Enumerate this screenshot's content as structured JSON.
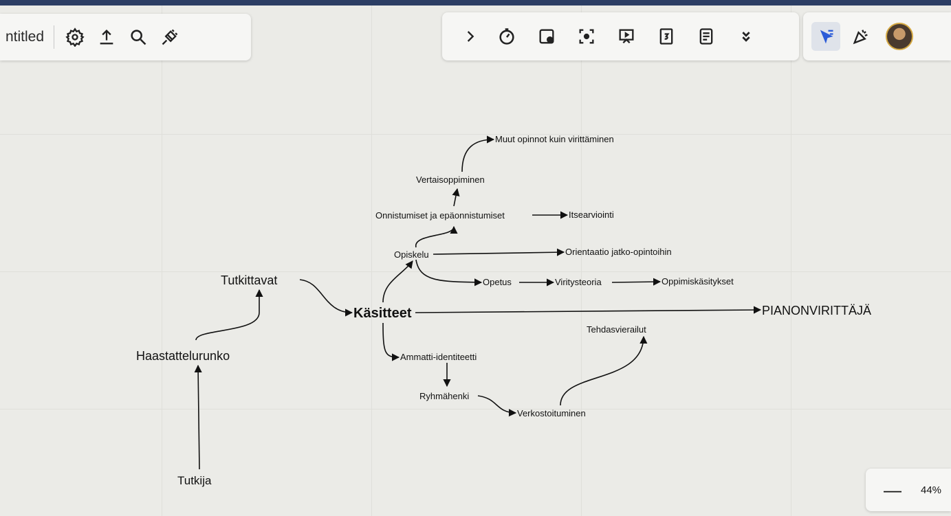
{
  "toolbar_left": {
    "title": "ntitled",
    "icons": [
      "gear-icon",
      "upload-icon",
      "search-icon",
      "plug-icon"
    ]
  },
  "toolbar_right": {
    "icons": [
      "chevron-right-icon",
      "timer-icon",
      "sticky-note-icon",
      "focus-icon",
      "present-icon",
      "number-box-icon",
      "notes-icon",
      "expand-more-icon"
    ],
    "cursor_tool": "select-cursor-icon",
    "reactions_tool": "party-popper-icon",
    "accent": "#2b5bd7"
  },
  "diagram": {
    "nodes": {
      "tutkija": "Tutkija",
      "haastattelurunko": "Haastattelurunko",
      "tutkittavat": "Tutkittavat",
      "kasitteet": "Käsitteet",
      "pianonvirittaja": "PIANONVIRITTÄJÄ",
      "opiskelu": "Opiskelu",
      "orientaatio": "Orientaatio jatko-opintoihin",
      "onnistumiset": "Onnistumiset ja epäonnistumiset",
      "itsearviointi": "Itsearviointi",
      "vertaisoppiminen": "Vertaisoppiminen",
      "muut_opinnot": "Muut opinnot kuin virittäminen",
      "opetus": "Opetus",
      "viritysteoria": "Viritysteoria",
      "oppimiskasitykset": "Oppimiskäsitykset",
      "tehdasvierailut": "Tehdasvierailut",
      "ammatti_identiteetti": "Ammatti-identiteetti",
      "ryhmahenki": "Ryhmähenki",
      "verkostoituminen": "Verkostoituminen"
    }
  },
  "zoom": {
    "minus_label": "—",
    "level": "44%"
  }
}
